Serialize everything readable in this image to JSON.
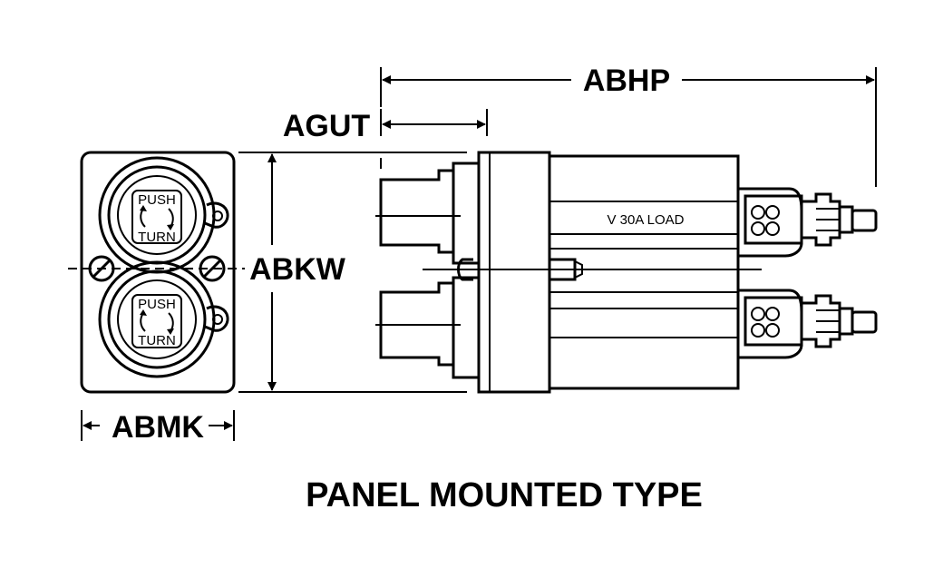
{
  "dimensions": {
    "overall_length": "ABHP",
    "stem_length": "AGUT",
    "body_height": "ABKW",
    "face_width": "ABMK"
  },
  "knobs": {
    "upper": {
      "top_label": "PUSH",
      "bottom_label": "TURN"
    },
    "lower": {
      "top_label": "PUSH",
      "bottom_label": "TURN"
    }
  },
  "body_marking": "V 30A LOAD",
  "caption": "PANEL MOUNTED TYPE"
}
